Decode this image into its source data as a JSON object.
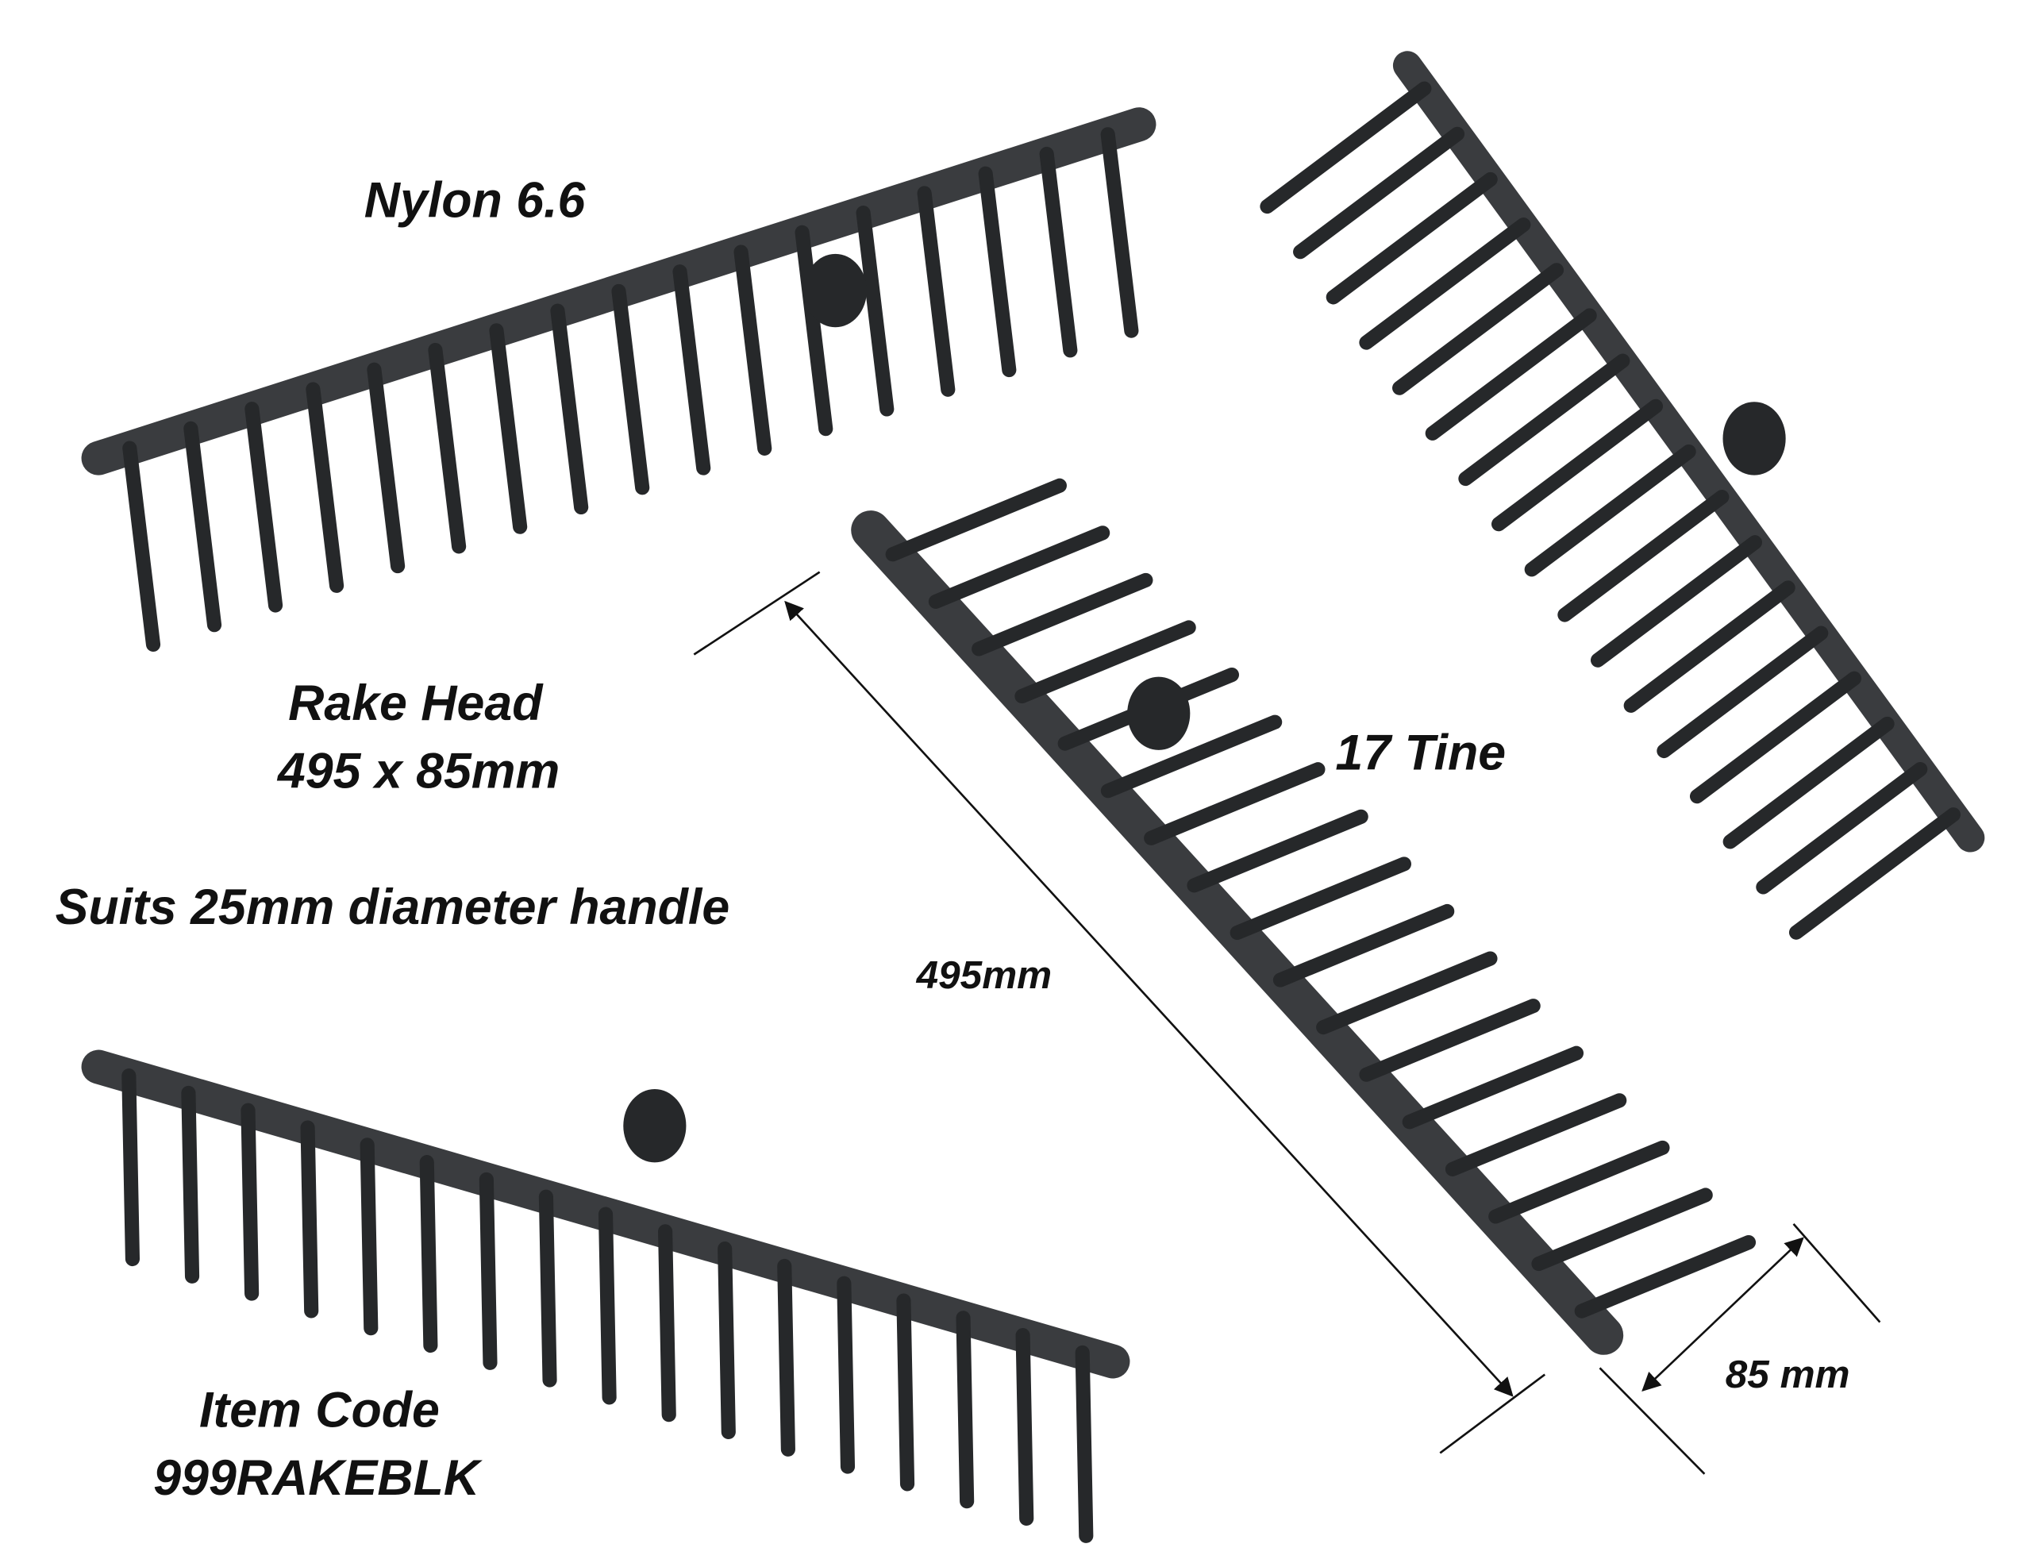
{
  "labels": {
    "material": "Nylon 6.6",
    "product": "Rake Head",
    "size": "495 x 85mm",
    "handle": "Suits 25mm diameter handle",
    "tines": "17 Tine",
    "length_dim": "495mm",
    "width_dim": "85 mm",
    "item_code_label": "Item Code",
    "item_code": "999RAKEBLK"
  },
  "colors": {
    "rake_body": "#3a3c3f",
    "rake_dark": "#26282a",
    "text": "#111111"
  },
  "tine_count": 17
}
